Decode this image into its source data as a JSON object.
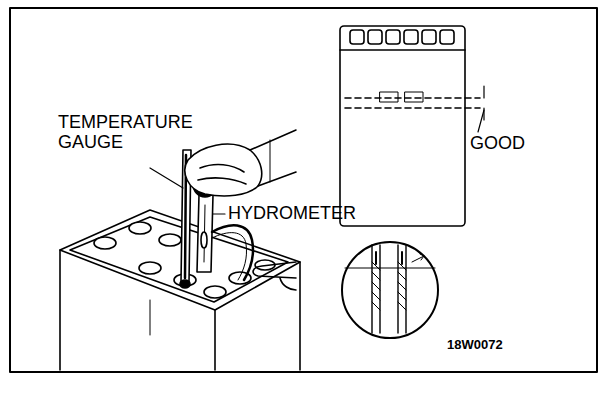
{
  "diagram": {
    "labels": [
      "TEMPERATURE GAUGE",
      "HYDROMETER",
      "GOOD",
      "18W0072"
    ]
  }
}
